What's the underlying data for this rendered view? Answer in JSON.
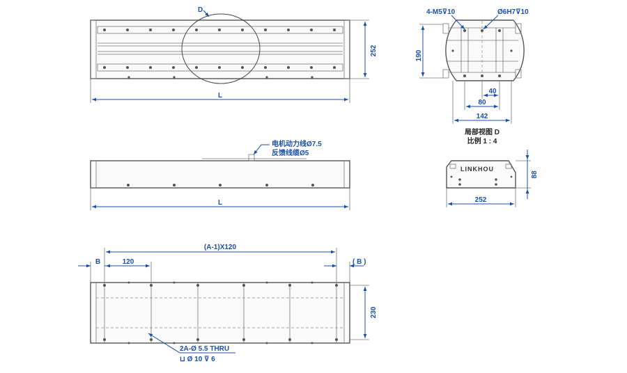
{
  "top_view": {
    "detail_label": "D",
    "height_dim": "252",
    "length_dim": "L"
  },
  "side_view": {
    "cable_note_line1": "电机动力线Ø7.5",
    "cable_note_line2": "反馈线缆Ø5",
    "length_dim": "L"
  },
  "bottom_view": {
    "pitch_dim": "(A-1)X120",
    "b_left": "B",
    "pitch_single": "120",
    "b_right": "( B )",
    "width_dim": "230",
    "hole_note_line1": "2A-Ø 5.5 THRU",
    "hole_note_line2": "⊔ Ø 10 ⊽ 6"
  },
  "detail_view": {
    "thread_note": "4-M5⊽10",
    "pin_note": "Ø6H7⊽10",
    "height_dim": "190",
    "dim_40": "40",
    "dim_80": "80",
    "dim_142": "142",
    "title_line1": "局部视图 D",
    "title_line2": "比例 1 : 4"
  },
  "end_view": {
    "logo": "LINKHOU",
    "height_dim": "88",
    "width_dim": "252"
  }
}
